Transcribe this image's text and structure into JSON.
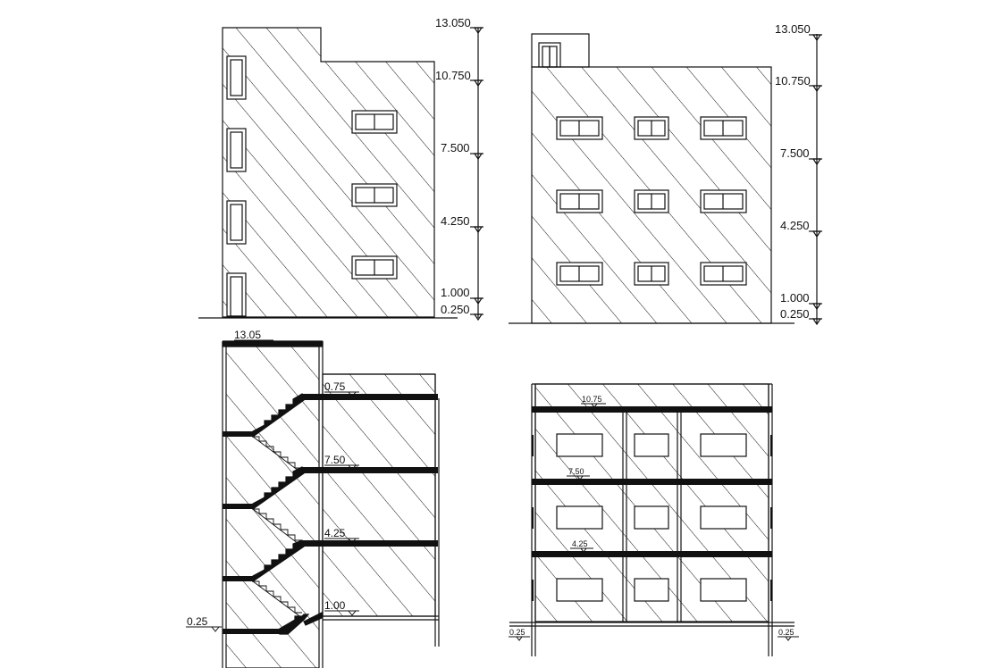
{
  "levels": {
    "elev_left": [
      "13.050",
      "10.750",
      "7.500",
      "4.250",
      "1.000",
      "0.250"
    ],
    "elev_right": [
      "13.050",
      "10.750",
      "7.500",
      "4.250",
      "1.000",
      "0.250"
    ],
    "section_left": [
      "13.05",
      "0.75",
      "7.50",
      "4.25",
      "1.00",
      "0.25"
    ],
    "section_right": [
      "10.75",
      "7.50",
      "4.25",
      "0.25",
      "0.25"
    ]
  },
  "colors": {
    "line": "#111111",
    "background": "#ffffff"
  }
}
